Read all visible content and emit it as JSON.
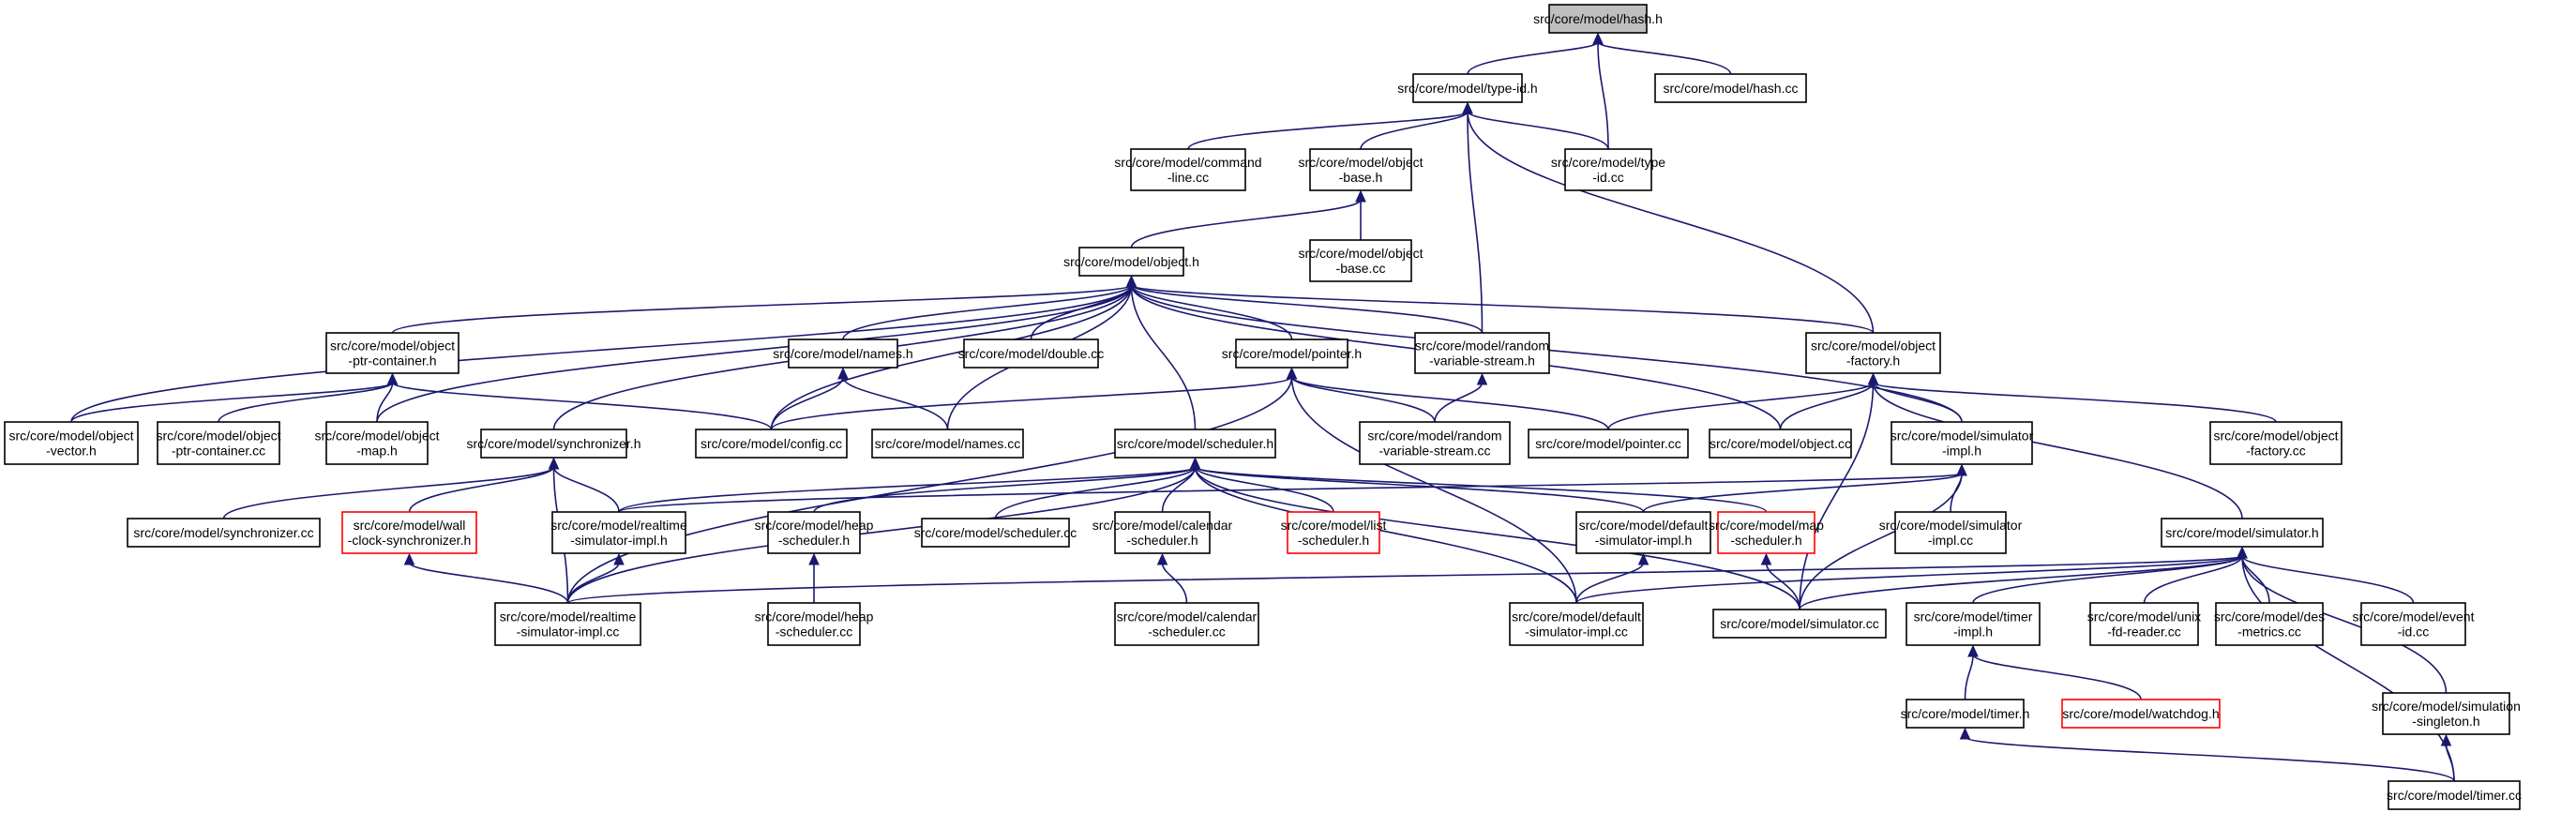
{
  "colors": {
    "edge": "#191970",
    "root_fill": "#bfbfbf",
    "missing_border": "#ff0000"
  },
  "nodes": [
    {
      "id": "hash_h",
      "lines": [
        "src/core/model/hash.h"
      ],
      "root": true
    },
    {
      "id": "type_id_h",
      "lines": [
        "src/core/model/type-id.h"
      ]
    },
    {
      "id": "hash_cc",
      "lines": [
        "src/core/model/hash.cc"
      ]
    },
    {
      "id": "command_line_cc",
      "lines": [
        "src/core/model/command",
        "-line.cc"
      ]
    },
    {
      "id": "object_base_h",
      "lines": [
        "src/core/model/object",
        "-base.h"
      ]
    },
    {
      "id": "type_id_cc",
      "lines": [
        "src/core/model/type",
        "-id.cc"
      ]
    },
    {
      "id": "object_base_cc",
      "lines": [
        "src/core/model/object",
        "-base.cc"
      ]
    },
    {
      "id": "object_h",
      "lines": [
        "src/core/model/object.h"
      ]
    },
    {
      "id": "object_ptr_container_h",
      "lines": [
        "src/core/model/object",
        "-ptr-container.h"
      ]
    },
    {
      "id": "names_h",
      "lines": [
        "src/core/model/names.h"
      ]
    },
    {
      "id": "double_cc",
      "lines": [
        "src/core/model/double.cc"
      ]
    },
    {
      "id": "pointer_h",
      "lines": [
        "src/core/model/pointer.h"
      ]
    },
    {
      "id": "random_variable_stream_h",
      "lines": [
        "src/core/model/random",
        "-variable-stream.h"
      ]
    },
    {
      "id": "object_factory_h",
      "lines": [
        "src/core/model/object",
        "-factory.h"
      ]
    },
    {
      "id": "object_vector_h",
      "lines": [
        "src/core/model/object",
        "-vector.h"
      ]
    },
    {
      "id": "object_ptr_container_cc",
      "lines": [
        "src/core/model/object",
        "-ptr-container.cc"
      ]
    },
    {
      "id": "object_map_h",
      "lines": [
        "src/core/model/object",
        "-map.h"
      ]
    },
    {
      "id": "synchronizer_h",
      "lines": [
        "src/core/model/synchronizer.h"
      ]
    },
    {
      "id": "config_cc",
      "lines": [
        "src/core/model/config.cc"
      ]
    },
    {
      "id": "names_cc",
      "lines": [
        "src/core/model/names.cc"
      ]
    },
    {
      "id": "scheduler_h",
      "lines": [
        "src/core/model/scheduler.h"
      ]
    },
    {
      "id": "random_variable_stream_cc",
      "lines": [
        "src/core/model/random",
        "-variable-stream.cc"
      ]
    },
    {
      "id": "pointer_cc",
      "lines": [
        "src/core/model/pointer.cc"
      ]
    },
    {
      "id": "object_cc",
      "lines": [
        "src/core/model/object.cc"
      ]
    },
    {
      "id": "simulator_impl_h",
      "lines": [
        "src/core/model/simulator",
        "-impl.h"
      ]
    },
    {
      "id": "object_factory_cc",
      "lines": [
        "src/core/model/object",
        "-factory.cc"
      ]
    },
    {
      "id": "synchronizer_cc",
      "lines": [
        "src/core/model/synchronizer.cc"
      ]
    },
    {
      "id": "wall_clock_synchronizer_h",
      "lines": [
        "src/core/model/wall",
        "-clock-synchronizer.h"
      ],
      "missing": true
    },
    {
      "id": "realtime_simulator_impl_h",
      "lines": [
        "src/core/model/realtime",
        "-simulator-impl.h"
      ]
    },
    {
      "id": "heap_scheduler_h",
      "lines": [
        "src/core/model/heap",
        "-scheduler.h"
      ]
    },
    {
      "id": "scheduler_cc",
      "lines": [
        "src/core/model/scheduler.cc"
      ]
    },
    {
      "id": "calendar_scheduler_h",
      "lines": [
        "src/core/model/calendar",
        "-scheduler.h"
      ]
    },
    {
      "id": "list_scheduler_h",
      "lines": [
        "src/core/model/list",
        "-scheduler.h"
      ],
      "missing": true
    },
    {
      "id": "default_simulator_impl_h",
      "lines": [
        "src/core/model/default",
        "-simulator-impl.h"
      ]
    },
    {
      "id": "map_scheduler_h",
      "lines": [
        "src/core/model/map",
        "-scheduler.h"
      ],
      "missing": true
    },
    {
      "id": "simulator_impl_cc",
      "lines": [
        "src/core/model/simulator",
        "-impl.cc"
      ]
    },
    {
      "id": "simulator_h",
      "lines": [
        "src/core/model/simulator.h"
      ]
    },
    {
      "id": "realtime_simulator_impl_cc",
      "lines": [
        "src/core/model/realtime",
        "-simulator-impl.cc"
      ]
    },
    {
      "id": "heap_scheduler_cc",
      "lines": [
        "src/core/model/heap",
        "-scheduler.cc"
      ]
    },
    {
      "id": "calendar_scheduler_cc",
      "lines": [
        "src/core/model/calendar",
        "-scheduler.cc"
      ]
    },
    {
      "id": "default_simulator_impl_cc",
      "lines": [
        "src/core/model/default",
        "-simulator-impl.cc"
      ]
    },
    {
      "id": "simulator_cc",
      "lines": [
        "src/core/model/simulator.cc"
      ]
    },
    {
      "id": "timer_impl_h",
      "lines": [
        "src/core/model/timer",
        "-impl.h"
      ]
    },
    {
      "id": "unix_fd_reader_cc",
      "lines": [
        "src/core/model/unix",
        "-fd-reader.cc"
      ]
    },
    {
      "id": "des_metrics_cc",
      "lines": [
        "src/core/model/des",
        "-metrics.cc"
      ]
    },
    {
      "id": "event_id_cc",
      "lines": [
        "src/core/model/event",
        "-id.cc"
      ]
    },
    {
      "id": "timer_h",
      "lines": [
        "src/core/model/timer.h"
      ]
    },
    {
      "id": "watchdog_h",
      "lines": [
        "src/core/model/watchdog.h"
      ],
      "missing": true
    },
    {
      "id": "simulation_singleton_h",
      "lines": [
        "src/core/model/simulation",
        "-singleton.h"
      ]
    },
    {
      "id": "timer_cc",
      "lines": [
        "src/core/model/timer.cc"
      ]
    }
  ],
  "edges": [
    [
      "hash_h",
      "type_id_h"
    ],
    [
      "hash_h",
      "hash_cc"
    ],
    [
      "hash_h",
      "type_id_cc"
    ],
    [
      "type_id_h",
      "command_line_cc"
    ],
    [
      "type_id_h",
      "object_base_h"
    ],
    [
      "type_id_h",
      "type_id_cc"
    ],
    [
      "type_id_h",
      "random_variable_stream_h"
    ],
    [
      "type_id_h",
      "object_factory_h"
    ],
    [
      "object_base_h",
      "object_base_cc"
    ],
    [
      "object_base_h",
      "object_h"
    ],
    [
      "object_h",
      "object_ptr_container_h"
    ],
    [
      "object_h",
      "names_h"
    ],
    [
      "object_h",
      "double_cc"
    ],
    [
      "object_h",
      "pointer_h"
    ],
    [
      "object_h",
      "random_variable_stream_h"
    ],
    [
      "object_h",
      "object_factory_h"
    ],
    [
      "object_h",
      "object_vector_h"
    ],
    [
      "object_h",
      "object_map_h"
    ],
    [
      "object_h",
      "synchronizer_h"
    ],
    [
      "object_h",
      "config_cc"
    ],
    [
      "object_h",
      "names_cc"
    ],
    [
      "object_h",
      "scheduler_h"
    ],
    [
      "object_h",
      "object_cc"
    ],
    [
      "object_h",
      "simulator_impl_h"
    ],
    [
      "object_ptr_container_h",
      "object_vector_h"
    ],
    [
      "object_ptr_container_h",
      "object_ptr_container_cc"
    ],
    [
      "object_ptr_container_h",
      "object_map_h"
    ],
    [
      "object_ptr_container_h",
      "config_cc"
    ],
    [
      "names_h",
      "config_cc"
    ],
    [
      "names_h",
      "names_cc"
    ],
    [
      "pointer_h",
      "config_cc"
    ],
    [
      "pointer_h",
      "random_variable_stream_cc"
    ],
    [
      "pointer_h",
      "pointer_cc"
    ],
    [
      "pointer_h",
      "realtime_simulator_impl_cc"
    ],
    [
      "pointer_h",
      "default_simulator_impl_cc"
    ],
    [
      "random_variable_stream_h",
      "random_variable_stream_cc"
    ],
    [
      "object_factory_h",
      "pointer_cc"
    ],
    [
      "object_factory_h",
      "object_cc"
    ],
    [
      "object_factory_h",
      "simulator_impl_h"
    ],
    [
      "object_factory_h",
      "object_factory_cc"
    ],
    [
      "object_factory_h",
      "simulator_h"
    ],
    [
      "object_factory_h",
      "simulator_cc"
    ],
    [
      "synchronizer_h",
      "synchronizer_cc"
    ],
    [
      "synchronizer_h",
      "wall_clock_synchronizer_h"
    ],
    [
      "synchronizer_h",
      "realtime_simulator_impl_h"
    ],
    [
      "synchronizer_h",
      "realtime_simulator_impl_cc"
    ],
    [
      "wall_clock_synchronizer_h",
      "realtime_simulator_impl_cc"
    ],
    [
      "realtime_simulator_impl_h",
      "realtime_simulator_impl_cc"
    ],
    [
      "scheduler_h",
      "realtime_simulator_impl_h"
    ],
    [
      "scheduler_h",
      "heap_scheduler_h"
    ],
    [
      "scheduler_h",
      "scheduler_cc"
    ],
    [
      "scheduler_h",
      "calendar_scheduler_h"
    ],
    [
      "scheduler_h",
      "list_scheduler_h"
    ],
    [
      "scheduler_h",
      "default_simulator_impl_h"
    ],
    [
      "scheduler_h",
      "map_scheduler_h"
    ],
    [
      "scheduler_h",
      "realtime_simulator_impl_cc"
    ],
    [
      "scheduler_h",
      "default_simulator_impl_cc"
    ],
    [
      "scheduler_h",
      "simulator_cc"
    ],
    [
      "heap_scheduler_h",
      "heap_scheduler_cc"
    ],
    [
      "calendar_scheduler_h",
      "calendar_scheduler_cc"
    ],
    [
      "default_simulator_impl_h",
      "default_simulator_impl_cc"
    ],
    [
      "map_scheduler_h",
      "simulator_cc"
    ],
    [
      "simulator_impl_h",
      "realtime_simulator_impl_h"
    ],
    [
      "simulator_impl_h",
      "default_simulator_impl_h"
    ],
    [
      "simulator_impl_h",
      "simulator_impl_cc"
    ],
    [
      "simulator_impl_h",
      "simulator_cc"
    ],
    [
      "simulator_h",
      "realtime_simulator_impl_cc"
    ],
    [
      "simulator_h",
      "default_simulator_impl_cc"
    ],
    [
      "simulator_h",
      "simulator_cc"
    ],
    [
      "simulator_h",
      "timer_impl_h"
    ],
    [
      "simulator_h",
      "unix_fd_reader_cc"
    ],
    [
      "simulator_h",
      "des_metrics_cc"
    ],
    [
      "simulator_h",
      "event_id_cc"
    ],
    [
      "simulator_h",
      "simulation_singleton_h"
    ],
    [
      "simulator_h",
      "timer_cc"
    ],
    [
      "timer_impl_h",
      "timer_h"
    ],
    [
      "timer_impl_h",
      "watchdog_h"
    ],
    [
      "timer_h",
      "timer_cc"
    ],
    [
      "simulation_singleton_h",
      "timer_cc"
    ]
  ]
}
